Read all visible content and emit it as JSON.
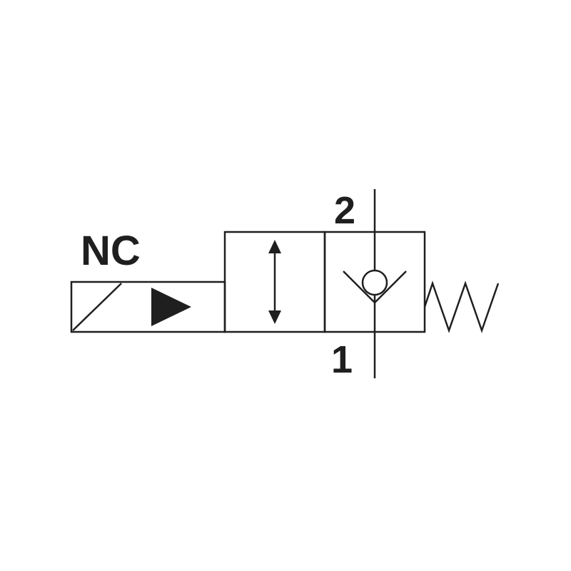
{
  "diagram": {
    "labels": {
      "valve_state": "NC",
      "port_top": "2",
      "port_bottom": "1"
    },
    "colors": {
      "line": "#1f1f1f",
      "background": "#ffffff"
    }
  }
}
